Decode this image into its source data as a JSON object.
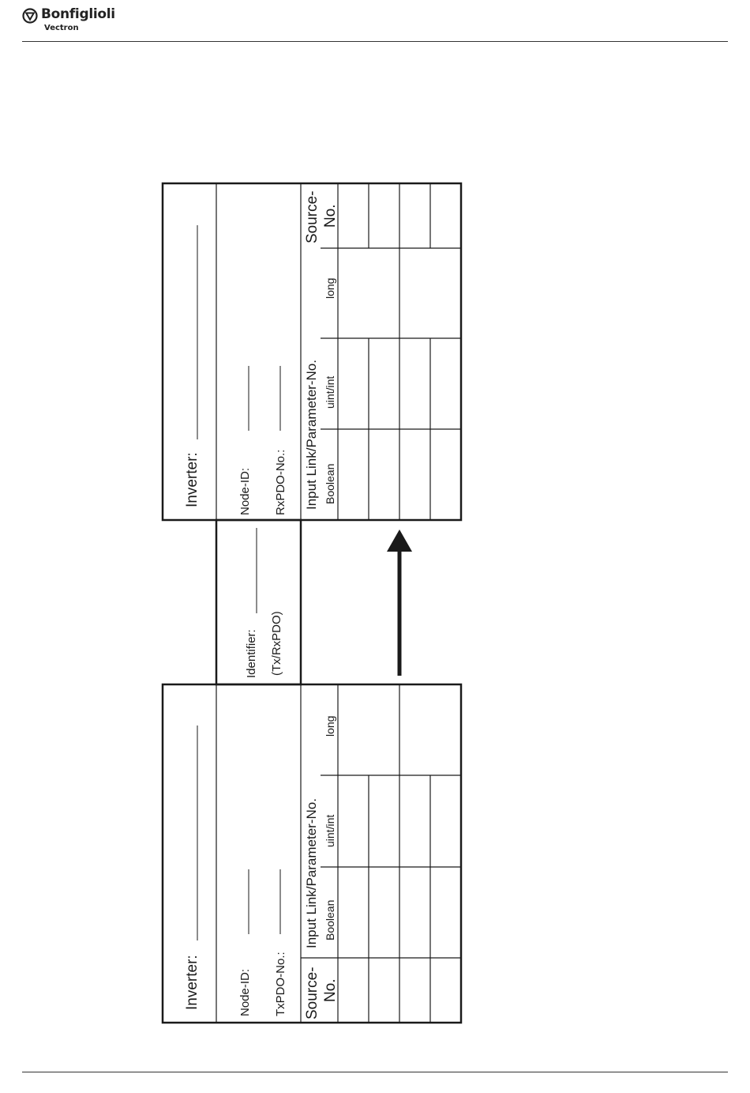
{
  "header": {
    "brand": "Bonfiglioli",
    "subbrand": "Vectron"
  },
  "diagram": {
    "transmitter": {
      "inverter_label": "Inverter:",
      "node_id_label": "Node-ID:",
      "pdo_label": "TxPDO-No.:",
      "source_header_line1": "Source-",
      "source_header_line2": "No.",
      "input_link_header": "Input Link/Parameter-No.",
      "col_boolean": "Boolean",
      "col_uint": "uint/int",
      "col_long": "long"
    },
    "identifier_box": {
      "identifier_label": "Identifier:",
      "txrx_label": "(Tx/RxPDO)"
    },
    "receiver": {
      "inverter_label": "Inverter:",
      "node_id_label": "Node-ID:",
      "pdo_label": "RxPDO-No.:",
      "source_header_line1": "Source-",
      "source_header_line2": "No.",
      "input_link_header": "Input Link/Parameter-No.",
      "col_boolean": "Boolean",
      "col_uint": "uint/int",
      "col_long": "long"
    }
  }
}
